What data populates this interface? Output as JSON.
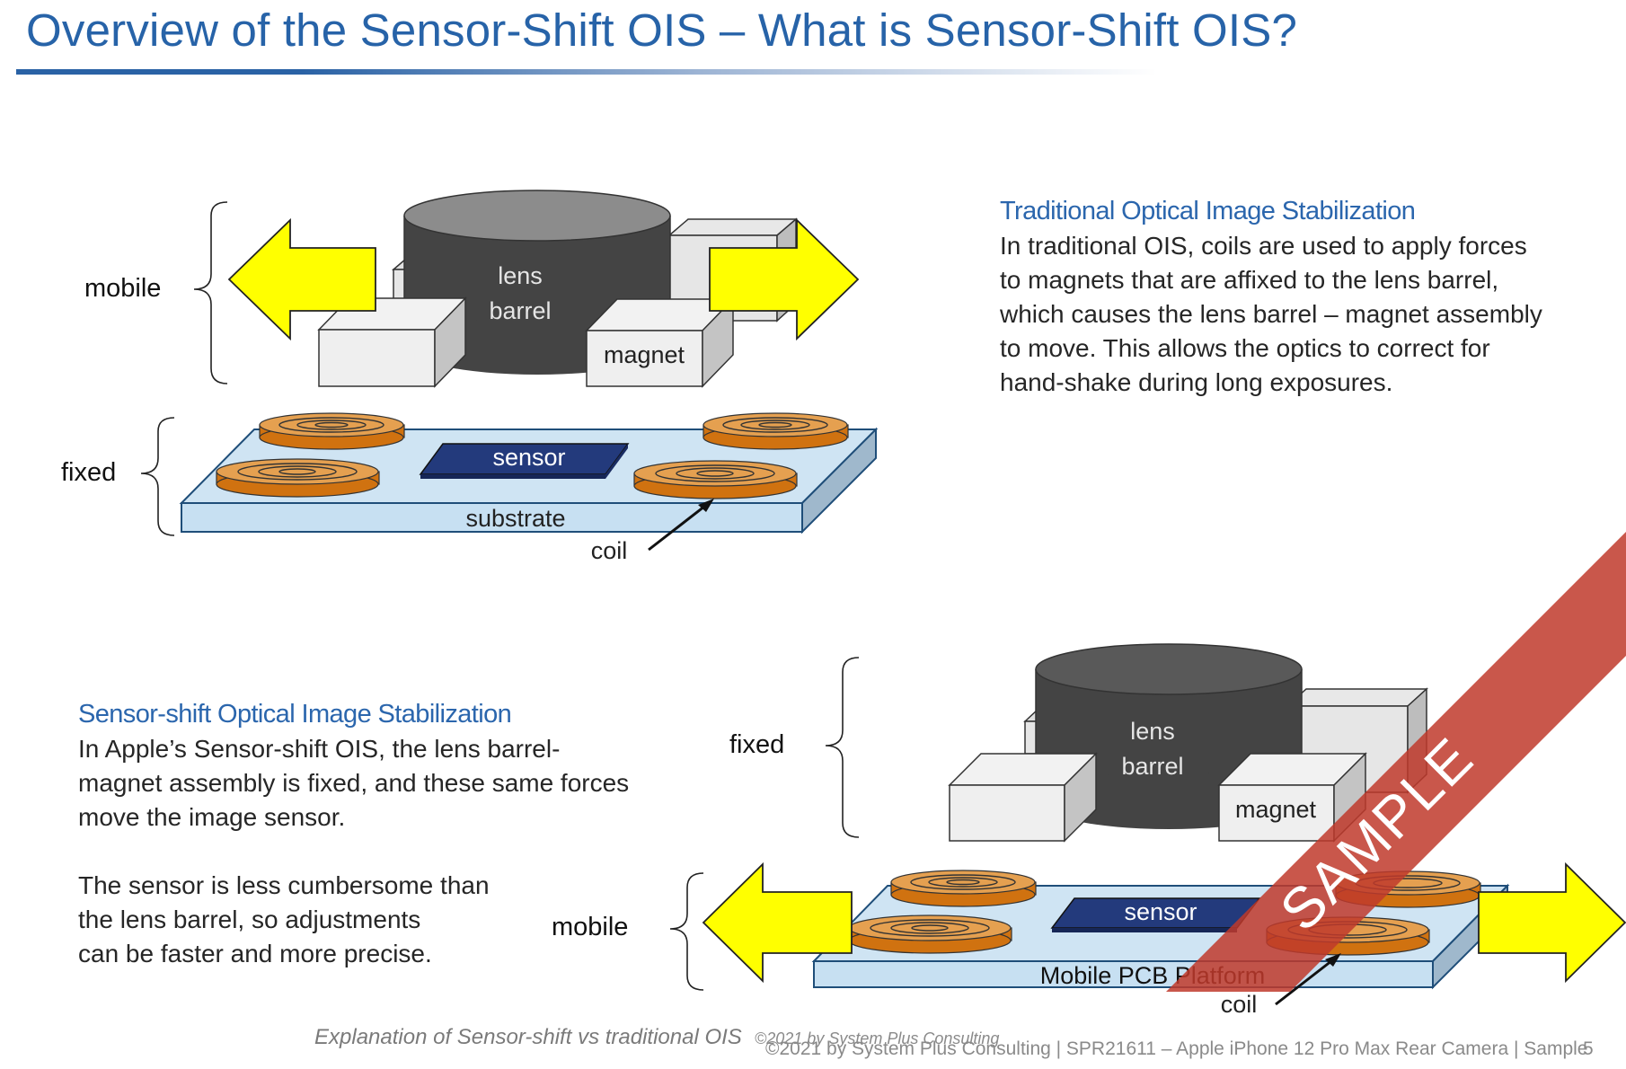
{
  "title": "Overview of the Sensor-Shift OIS – What is Sensor-Shift OIS?",
  "traditional": {
    "heading": "Traditional Optical Image Stabilization",
    "body": "In traditional OIS, coils are used to apply forces\nto magnets that are affixed to the lens barrel,\nwhich causes the lens barrel – magnet assembly\nto move.  This allows the optics to correct for\nhand-shake during long exposures."
  },
  "sensor_shift": {
    "heading": "Sensor-shift Optical Image Stabilization",
    "body1": "In Apple’s Sensor-shift OIS, the lens barrel-\nmagnet assembly is fixed, and these same forces\nmove the image sensor.",
    "body2": "The sensor is less cumbersome than\nthe lens barrel, so adjustments\ncan be faster and more precise."
  },
  "diagram_top": {
    "mobile_label": "mobile",
    "fixed_label": "fixed",
    "lens_line1": "lens",
    "lens_line2": "barrel",
    "magnet": "magnet",
    "sensor": "sensor",
    "substrate": "substrate",
    "coil": "coil"
  },
  "diagram_bottom": {
    "fixed_label": "fixed",
    "mobile_label": "mobile",
    "lens_line1": "lens",
    "lens_line2": "barrel",
    "magnet": "magnet",
    "sensor": "sensor",
    "platform": "Mobile PCB Platform",
    "coil": "coil"
  },
  "watermark": "SAMPLE",
  "footer": {
    "italic": "Explanation of Sensor-shift vs traditional OIS",
    "small_copyright": "©2021 by System Plus Consulting",
    "text": "©2021 by System Plus Consulting | SPR21611 – Apple iPhone 12 Pro Max Rear Camera | Sample",
    "page": "5"
  },
  "colors": {
    "title_blue": "#2763a8",
    "lens_dark": "#444444",
    "coil_orange": "#d97a0c",
    "sensor_navy": "#223a7a",
    "substrate_blue": "#c9e0f0",
    "arrow_yellow": "#ffff00",
    "watermark_red": "#c0392b"
  }
}
